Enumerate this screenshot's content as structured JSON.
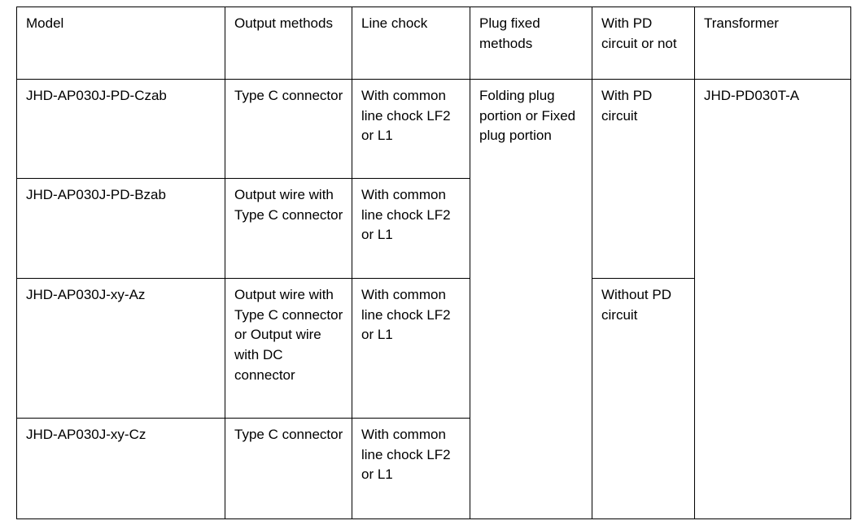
{
  "table": {
    "columns": [
      {
        "key": "model",
        "label": "Model"
      },
      {
        "key": "output",
        "label": "Output methods"
      },
      {
        "key": "chock",
        "label": "Line chock"
      },
      {
        "key": "plug",
        "label": "Plug fixed methods"
      },
      {
        "key": "pd",
        "label": "With PD circuit or not"
      },
      {
        "key": "transformer",
        "label": "Transformer"
      }
    ],
    "rows": [
      {
        "model": "JHD-AP030J-PD-Czab",
        "output": "Type C connector",
        "chock": "With common line chock LF2 or L1",
        "plug": "Folding plug portion or Fixed plug portion",
        "pd": "With PD circuit",
        "transformer": "JHD-PD030T-A"
      },
      {
        "model": "JHD-AP030J-PD-Bzab",
        "output": "Output wire with Type C connector",
        "chock": "With common line chock LF2 or L1"
      },
      {
        "model": "JHD-AP030J-xy-Az",
        "output": "Output wire with Type C connector or Output wire with DC connector",
        "chock": "With common line chock LF2 or L1",
        "pd": "Without PD circuit"
      },
      {
        "model": "JHD-AP030J-xy-Cz",
        "output": "Type C connector",
        "chock": "With common line chock LF2 or L1"
      }
    ]
  },
  "style": {
    "border_color": "#000000",
    "text_color": "#000000",
    "background_color": "#ffffff"
  }
}
